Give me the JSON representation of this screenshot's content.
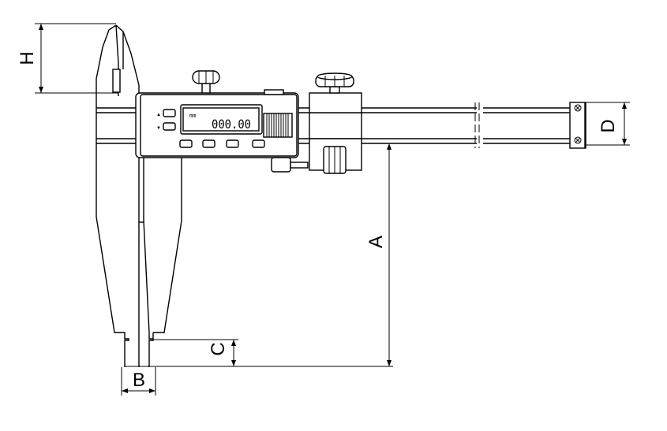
{
  "dimensions": {
    "H": "H",
    "D": "D",
    "A": "A",
    "B": "B",
    "C": "C"
  },
  "display": {
    "unit": "mm",
    "reading": "000.00"
  },
  "buttons": {
    "up_arrow": "▲",
    "down_arrow": "▼"
  },
  "colors": {
    "line": "#000000",
    "background": "#ffffff"
  }
}
